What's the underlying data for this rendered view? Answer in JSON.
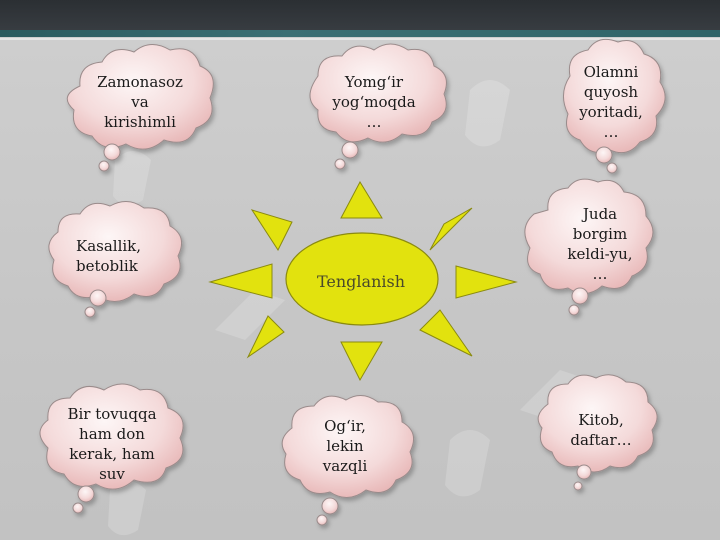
{
  "center": {
    "label": "Tenglanish"
  },
  "clouds": [
    {
      "id": "zamonasoz",
      "text": "Zamonasoz\nva\nkirishimli"
    },
    {
      "id": "yomgir",
      "text": "Yomg‘ir\nyog‘moqda\n…"
    },
    {
      "id": "olamni",
      "text": "Olamni\nquyosh\nyoritadi,\n…"
    },
    {
      "id": "kasallik",
      "text": "Kasallik,\nbetoblik"
    },
    {
      "id": "juda",
      "text": "Juda\nborgim\nkeldi-yu,\n…"
    },
    {
      "id": "bir-tovuqqa",
      "text": "Bir tovuqqa\nham don\nkerak, ham\nsuv"
    },
    {
      "id": "ogir",
      "text": "Og‘ir,\nlekin\nvazqli"
    },
    {
      "id": "kitob",
      "text": "Kitob,\ndaftar…"
    }
  ],
  "colors": {
    "sun_fill": "#e2e20e",
    "sun_stroke": "#8a8a10",
    "cloud_light": "#fbf1f1",
    "cloud_dark": "#e9b6b6",
    "cloud_stroke": "#9a8b8b"
  }
}
